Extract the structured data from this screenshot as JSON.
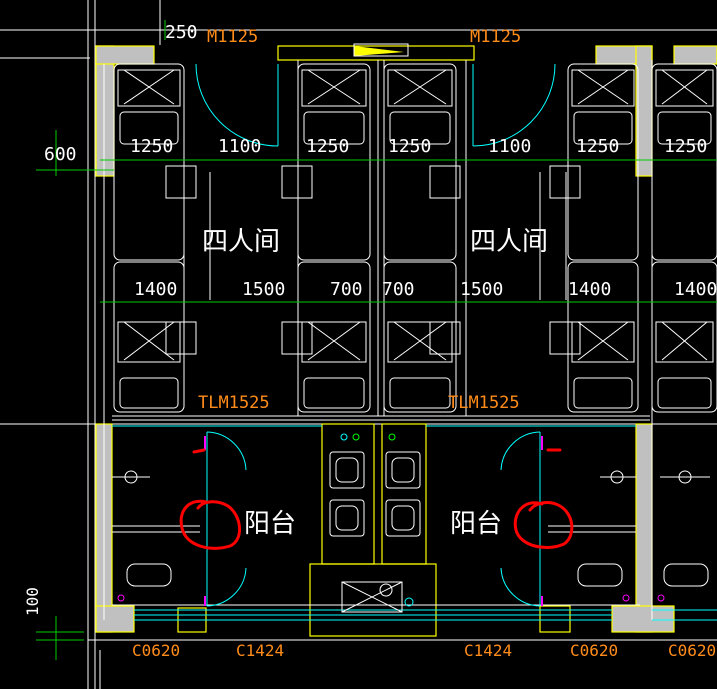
{
  "drawing": {
    "door_labels": [
      "M1125",
      "M1125"
    ],
    "sliding_door_labels": [
      "TLM1525",
      "TLM1525"
    ],
    "window_labels": [
      "C0620",
      "C1424",
      "C1424",
      "C0620",
      "C0620"
    ],
    "room_names": [
      "四人间",
      "四人间"
    ],
    "balcony_names": [
      "阳台",
      "阳台"
    ],
    "dims_upper_row": [
      "1250",
      "1100",
      "1250",
      "1250",
      "1100",
      "1250",
      "1250"
    ],
    "dims_lower_row": [
      "1400",
      "1500",
      "700",
      "700",
      "1500",
      "1400",
      "1400"
    ],
    "dim_left_600": "600",
    "dim_top_250": "250",
    "dim_left_100": "100"
  },
  "colors": {
    "background": "#000000",
    "wall": "#c0c0c0",
    "wall_outline": "#ffff00",
    "furniture": "#ffffff",
    "dimension": "#00cc00",
    "door_arc": "#00ffff",
    "door_leaf": "#ff00ff",
    "label": "#ff8c1a",
    "annotation": "#ff0000"
  }
}
